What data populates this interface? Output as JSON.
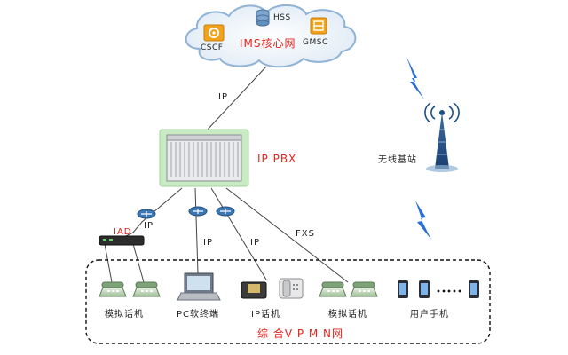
{
  "cloud": {
    "title": "IMS核心网",
    "nodes": {
      "cscf": "CSCF",
      "hss": "HSS",
      "gmsc": "GMSC"
    }
  },
  "links": {
    "cloud_pbx": "IP",
    "pbx_iad": "IP",
    "pbx_pc": "IP",
    "pbx_ipphone": "IP",
    "pbx_analog": "FXS"
  },
  "pbx": {
    "label": "IP PBX"
  },
  "base_station": {
    "label": "无线基站"
  },
  "iad": {
    "label": "IAD"
  },
  "devices": {
    "analog_phones_left": "模拟话机",
    "pc_terminal": "PC软终端",
    "ip_phone": "IP话机",
    "analog_phones_right": "模拟话机",
    "user_mobiles": "用户手机"
  },
  "vpmn": {
    "label": "综 合V P M N网"
  },
  "colors": {
    "accent_red": "#e8231a",
    "pbx_green": "#c9ebc4",
    "router_blue": "#3a78b5",
    "cloud_fill": "#eef5fb",
    "link_gray": "#444444"
  }
}
